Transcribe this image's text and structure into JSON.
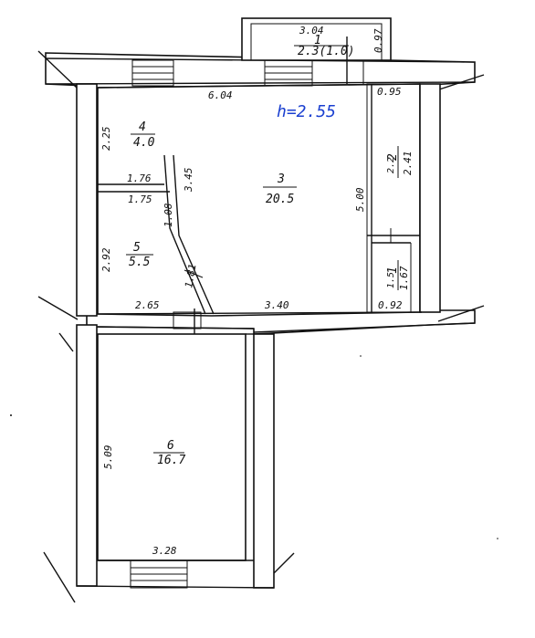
{
  "rooms": {
    "balcony": {
      "number": "1",
      "area": "2.3(1.0)",
      "width": "3.04",
      "depth": "0.97"
    },
    "room1": {
      "number": "1",
      "area": "1.5",
      "side": "1.67",
      "width": "0.92"
    },
    "room2": {
      "number": "2",
      "area": "2.2",
      "side": "2.41",
      "width": "0.95"
    },
    "room3": {
      "number": "3",
      "area": "20.5",
      "width": "6.04",
      "height": "5.00",
      "bottom": "3.40"
    },
    "room4": {
      "number": "4",
      "area": "4.0",
      "height": "2.25",
      "width": "1.76"
    },
    "room5": {
      "number": "5",
      "area": "5.5",
      "height": "2.92",
      "width_top": "1.75",
      "width_bottom": "2.65",
      "diag_top": "1.08",
      "diag": "1.81"
    },
    "room6": {
      "number": "6",
      "area": "16.7",
      "height": "5.09",
      "width": "3.28"
    }
  },
  "annotations": {
    "ceiling_height": "h=2.55",
    "partition": "3.45"
  },
  "colors": {
    "ink": "#111111",
    "annotation": "#1a3fd0"
  }
}
